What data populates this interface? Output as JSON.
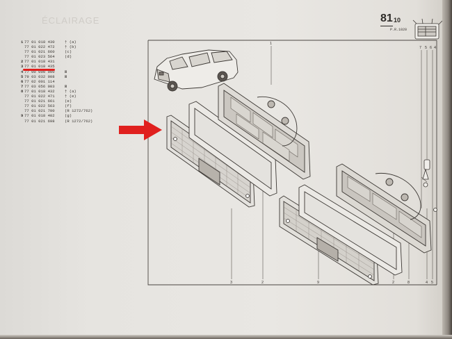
{
  "header": {
    "section_number": "81",
    "section_suffix": "10",
    "reference": "P.R.1020",
    "faint_title": "ÉCLAIRAGE"
  },
  "parts_list": [
    {
      "num": "1",
      "ref": "77 01 018 430",
      "note": "† (a)"
    },
    {
      "num": "",
      "ref": "77 01 022 472",
      "note": "† (b)"
    },
    {
      "num": "",
      "ref": "77 01 021 660",
      "note": "(c)"
    },
    {
      "num": "",
      "ref": "77 01 023 564",
      "note": "(d)"
    },
    {
      "num": "2",
      "ref": "77 01 018 431",
      "note": ""
    },
    {
      "num": "3",
      "ref": "77 01 018 435",
      "note": ""
    },
    {
      "num": "4",
      "ref": "77 00 000 000",
      "note": "⊠"
    },
    {
      "num": "5",
      "ref": "79 03 032 008",
      "note": "⊠"
    },
    {
      "num": "6",
      "ref": "77 02 001 114",
      "note": ""
    },
    {
      "num": "7",
      "ref": "77 03 056 003",
      "note": "⊠"
    },
    {
      "num": "8",
      "ref": "77 01 018 432",
      "note": "† (a)"
    },
    {
      "num": "",
      "ref": "77 01 022 471",
      "note": "† (e)"
    },
    {
      "num": "",
      "ref": "77 01 021 661",
      "note": "(e)"
    },
    {
      "num": "",
      "ref": "77 01 022 563",
      "note": "(f)"
    },
    {
      "num": "",
      "ref": "77 01 021 700",
      "note": "(R 1272/762)"
    },
    {
      "num": "9",
      "ref": "77 01 018 402",
      "note": "(g)"
    },
    {
      "num": "",
      "ref": "77 01 021 698",
      "note": "(R 1272/762)"
    }
  ],
  "callouts": {
    "top": [
      "1",
      "7",
      "5",
      "6",
      "4"
    ],
    "bottom": [
      "3",
      "2",
      "9",
      "2",
      "8",
      "4",
      "5"
    ]
  },
  "colors": {
    "highlight": "#e0201e",
    "ink": "#3b3733",
    "paper": "#e7e5e1"
  },
  "icons": {
    "pointer": "red-arrow-icon",
    "car": "car-illustration",
    "thumbnail": "tail-light-thumbnail"
  }
}
